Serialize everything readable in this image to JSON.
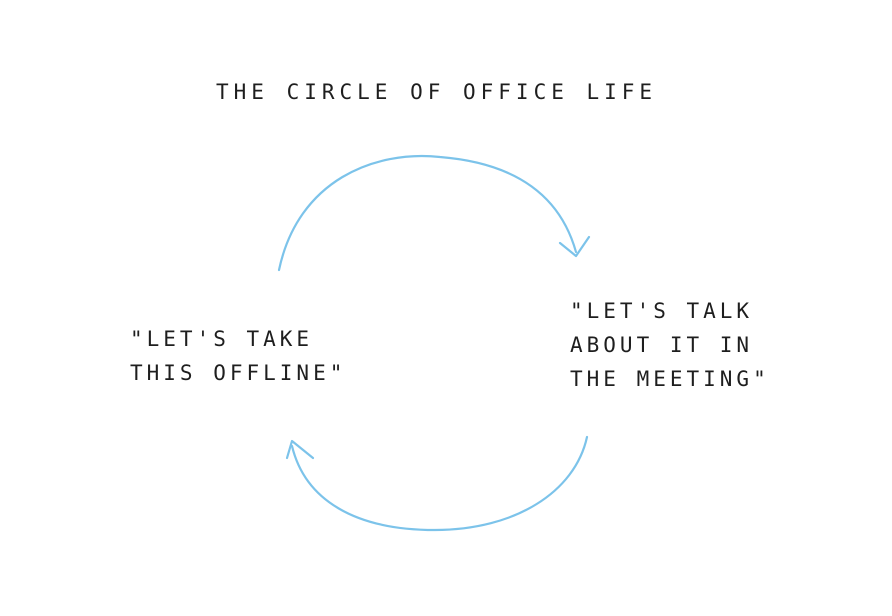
{
  "title": "THE CIRCLE OF OFFICE LIFE",
  "nodes": {
    "left": {
      "lines": [
        "\"LET'S TAKE",
        "THIS OFFLINE\""
      ]
    },
    "right": {
      "lines": [
        "\"LET'S TALK",
        "ABOUT IT IN",
        "THE MEETING\""
      ]
    }
  },
  "colors": {
    "arrow": "#7cc3ea",
    "text": "#1e1e1e",
    "background": "#ffffff"
  }
}
